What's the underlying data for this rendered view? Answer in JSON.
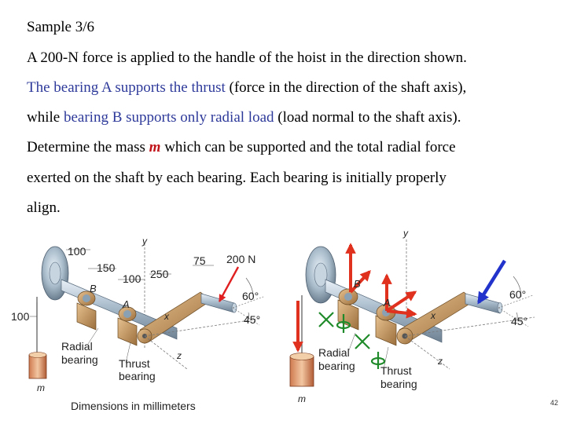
{
  "slide": {
    "title": "Sample 3/6",
    "lines": [
      {
        "segments": [
          {
            "text": "A 200-N force is applied to the handle of the hoist in the direction shown.",
            "style": "plain"
          }
        ]
      },
      {
        "segments": [
          {
            "text": "The bearing A supports the thrust",
            "style": "hl"
          },
          {
            "text": " (force in the direction of the shaft axis),",
            "style": "plain"
          }
        ]
      },
      {
        "segments": [
          {
            "text": "while ",
            "style": "plain"
          },
          {
            "text": "bearing B supports only radial load",
            "style": "hl"
          },
          {
            "text": " (load normal to the shaft axis).",
            "style": "plain"
          }
        ]
      },
      {
        "segments": [
          {
            "text": "Determine the mass ",
            "style": "plain"
          },
          {
            "text": "m",
            "style": "mvar"
          },
          {
            "text": " which can be supported and the total radial force",
            "style": "plain"
          }
        ]
      },
      {
        "segments": [
          {
            "text": "exerted on the shaft by each bearing. Each bearing is initially properly",
            "style": "plain"
          }
        ]
      },
      {
        "segments": [
          {
            "text": "align.",
            "style": "plain"
          }
        ]
      }
    ],
    "page_number": "42"
  },
  "figure_left": {
    "dim_100_top": "100",
    "dim_150": "150",
    "dim_100_mid": "100",
    "dim_250": "250",
    "dim_75": "75",
    "force_label": "200 N",
    "angle_60": "60°",
    "angle_45": "45°",
    "dim_100_left": "100",
    "label_y": "y",
    "label_x": "x",
    "label_z": "z",
    "label_B": "B",
    "label_A": "A",
    "label_radial_1": "Radial",
    "label_radial_2": "bearing",
    "label_thrust_1": "Thrust",
    "label_thrust_2": "bearing",
    "label_m": "m",
    "caption": "Dimensions in millimeters"
  },
  "figure_right": {
    "label_y": "y",
    "label_x": "x",
    "label_z": "z",
    "label_B": "B",
    "label_A": "A",
    "angle_60": "60°",
    "angle_45": "45°",
    "label_radial_1": "Radial",
    "label_radial_2": "bearing",
    "label_thrust_1": "Thrust",
    "label_thrust_2": "bearing",
    "label_m": "m"
  },
  "colors": {
    "text_highlight": "#2e3a9a",
    "mass_variable": "#c0141a",
    "arrow_red": "#e0301e",
    "arrow_blue": "#2233cc",
    "arrow_green": "#1f8a2a",
    "force_arrow": "#e02020"
  }
}
